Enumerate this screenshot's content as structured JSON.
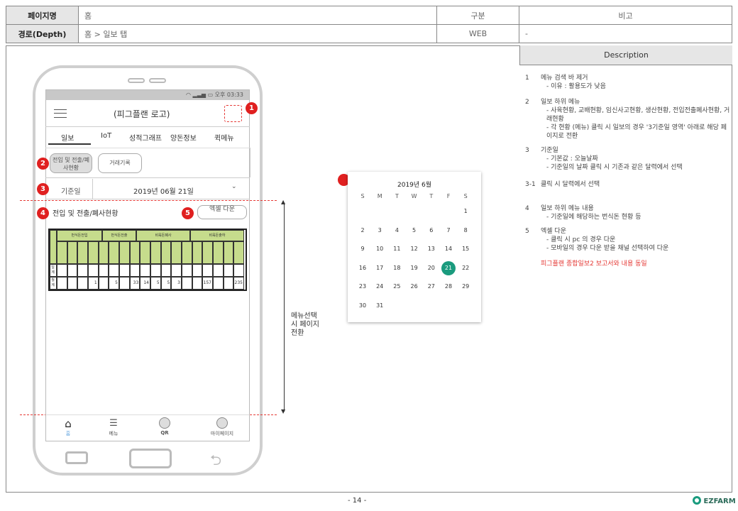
{
  "header": {
    "page_label": "페이지명",
    "page_value": "홈",
    "type_label": "구분",
    "type_value": "WEB",
    "note_label": "비고",
    "note_value": "-",
    "path_label": "경로(Depth)",
    "path_value": "홈 > 일보 탭"
  },
  "description": {
    "title": "Description",
    "items": [
      {
        "num": "1",
        "lines": [
          "메뉴 검색 바 제거",
          "- 이유 : 활용도가 낮음"
        ]
      },
      {
        "num": "2",
        "lines": [
          "일보 하위 메뉴",
          "- 사육현황, 교배현황, 임신사고현황, 생산현황, 전입전출폐사현황, 거래현황",
          "- 각 현황 (메뉴) 클릭 시 일보의 경우 '3기준일 영역' 아래로 해당 페이지로 전환"
        ]
      },
      {
        "num": "3",
        "lines": [
          "기준일",
          "- 기본값 : 오늘날짜",
          "- 기준일의 날짜 클릭 시 기존과 같은 달력에서 선택"
        ]
      },
      {
        "num": "3-1",
        "lines": [
          "클릭 시 달력에서 선택"
        ]
      },
      {
        "num": "4",
        "lines": [
          "일보 하위 메뉴 내용",
          "- 기준일에 해당하는 번식돈 현황 등"
        ]
      },
      {
        "num": "5",
        "lines": [
          "엑셀 다운",
          "- 클릭 시 pc 의 경우 다운",
          "- 모바일의 경우 다운 받을 채널 선택하여 다운"
        ]
      }
    ],
    "note": "피그플랜 종합일보2 보고서와 내용 동일"
  },
  "phone": {
    "status": "오후 03:33",
    "logo": "(피그플랜 로고)",
    "tabs": [
      "일보",
      "IoT",
      "성적그래프",
      "양돈정보",
      "퀵메뉴"
    ],
    "submenu": [
      "전입 및 전출/폐사현황",
      "거래기록"
    ],
    "date_label": "기준일",
    "date_value": "2019년 06월 21일",
    "section_title": "전입 및 전출/폐사현황",
    "excel_button": "엑셀 다운",
    "nav": [
      "홈",
      "메뉴",
      "QR",
      "마이페이지"
    ],
    "badges": [
      "1",
      "2",
      "3",
      "4",
      "5"
    ]
  },
  "grid": {
    "groups": [
      "번식돈전입",
      "번식돈전출",
      "비육돈폐사",
      "비육돈출하"
    ],
    "rows": [
      {
        "label": "일계",
        "values": [
          "",
          "",
          "",
          "",
          "",
          "",
          "",
          "",
          "",
          "",
          "",
          "",
          "",
          "",
          "",
          "",
          "",
          ""
        ]
      },
      {
        "label": "월계",
        "values": [
          "",
          "",
          "",
          "1",
          "",
          "5",
          "",
          "33",
          "14",
          "5",
          "5",
          "3",
          "",
          "",
          "157",
          "",
          "",
          "235"
        ]
      }
    ]
  },
  "annotation": "메뉴선택 시 페이지 전환",
  "calendar": {
    "title": "2019년 6월",
    "weekdays": [
      "S",
      "M",
      "T",
      "W",
      "T",
      "F",
      "S"
    ],
    "selected": 21,
    "accent": "#1a9b7e",
    "first_weekday": 6,
    "days": 30
  },
  "footer": {
    "page": "- 14 -",
    "brand": "EZFARM"
  }
}
